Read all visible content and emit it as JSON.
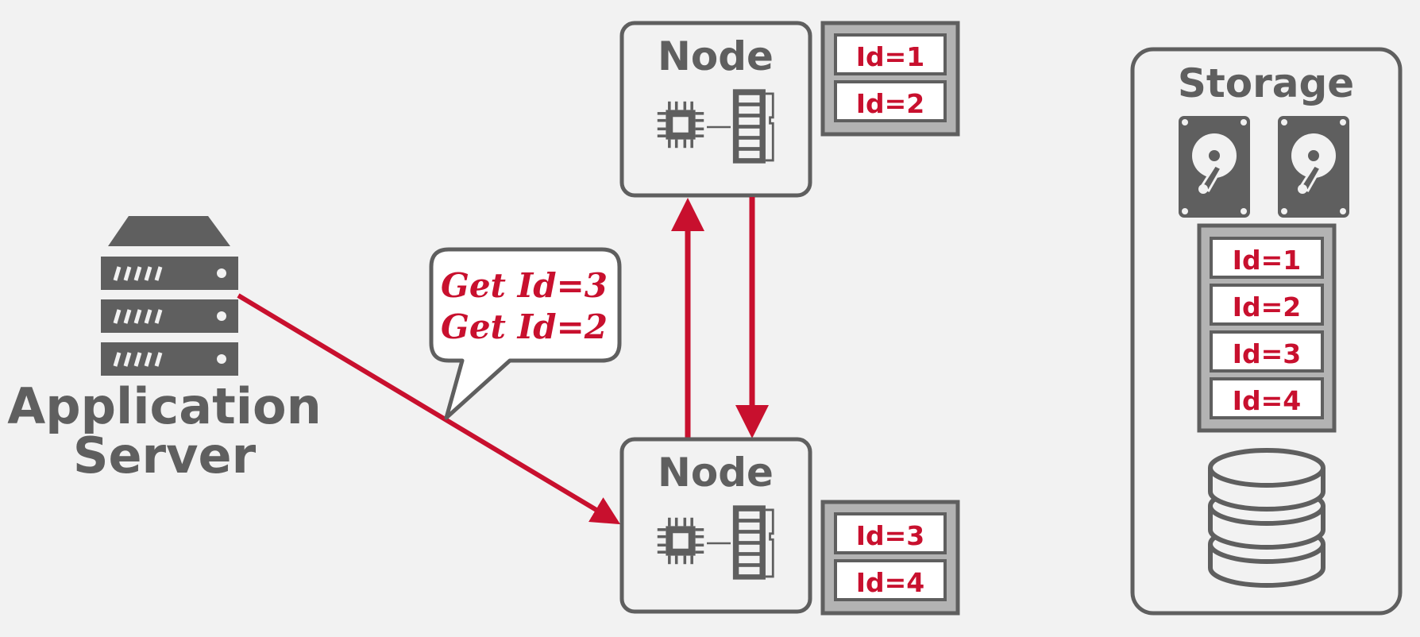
{
  "app_server": {
    "line1": "Application",
    "line2": "Server"
  },
  "bubble": {
    "line1": "Get Id=3",
    "line2": "Get Id=2"
  },
  "node_top": {
    "title": "Node",
    "partition": [
      "Id=1",
      "Id=2"
    ]
  },
  "node_bottom": {
    "title": "Node",
    "partition": [
      "Id=3",
      "Id=4"
    ]
  },
  "storage": {
    "title": "Storage",
    "records": [
      "Id=1",
      "Id=2",
      "Id=3",
      "Id=4"
    ]
  },
  "colors": {
    "accent": "#c8102e",
    "gray": "#5f5f5f",
    "background": "#f2f2f2",
    "partition_bg": "#b3b3b3"
  },
  "icons": [
    "server-icon",
    "cpu-icon",
    "memory-icon",
    "hard-drive-icon",
    "database-icon"
  ]
}
